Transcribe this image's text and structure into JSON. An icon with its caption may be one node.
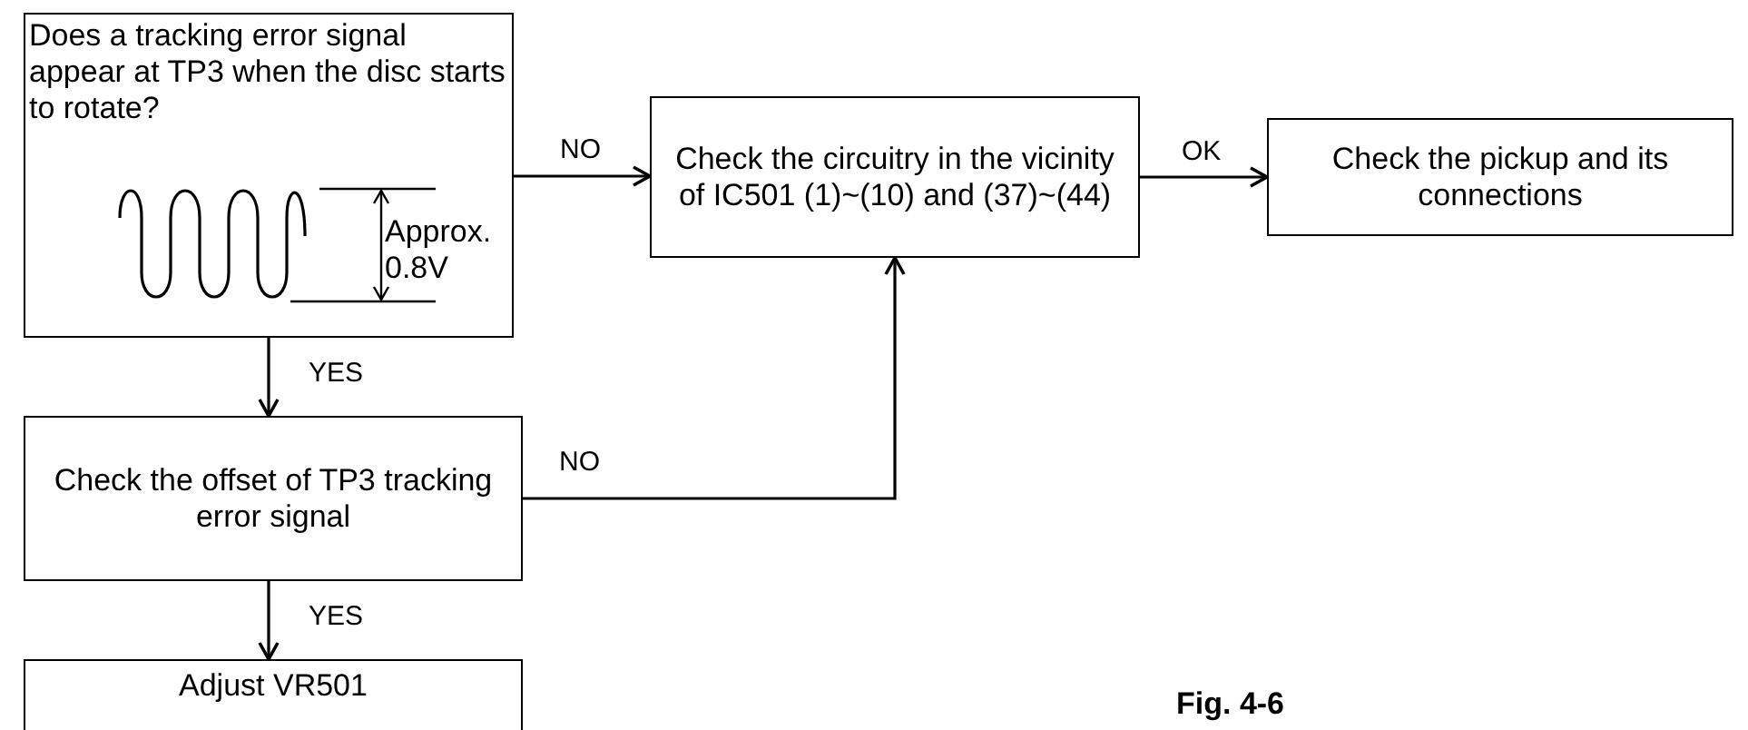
{
  "diagram": {
    "caption": "Fig. 4-6",
    "nodes": [
      {
        "text": [
          "Does a tracking error signal appear at TP3 when the disc starts to rotate?",
          "Approx. 0.8V"
        ]
      },
      {
        "text": [
          "Check the circuitry in the vicinity of IC501 (1)~(10) and (37)~(44)"
        ]
      },
      {
        "text": [
          "Check the pickup and its connections"
        ]
      },
      {
        "text": [
          "Check the offset of TP3 tracking error signal"
        ]
      },
      {
        "text": [
          "Adjust VR501"
        ]
      }
    ],
    "edges": [
      {
        "from": 0,
        "to": 1,
        "arrow": "to",
        "label": "NO"
      },
      {
        "from": 1,
        "to": 2,
        "arrow": "to",
        "label": "OK"
      },
      {
        "from": 0,
        "to": 3,
        "arrow": "to",
        "label": "YES"
      },
      {
        "from": 3,
        "to": 1,
        "arrow": "to",
        "label": "NO"
      },
      {
        "from": 3,
        "to": 4,
        "arrow": "to",
        "label": "YES"
      }
    ]
  }
}
